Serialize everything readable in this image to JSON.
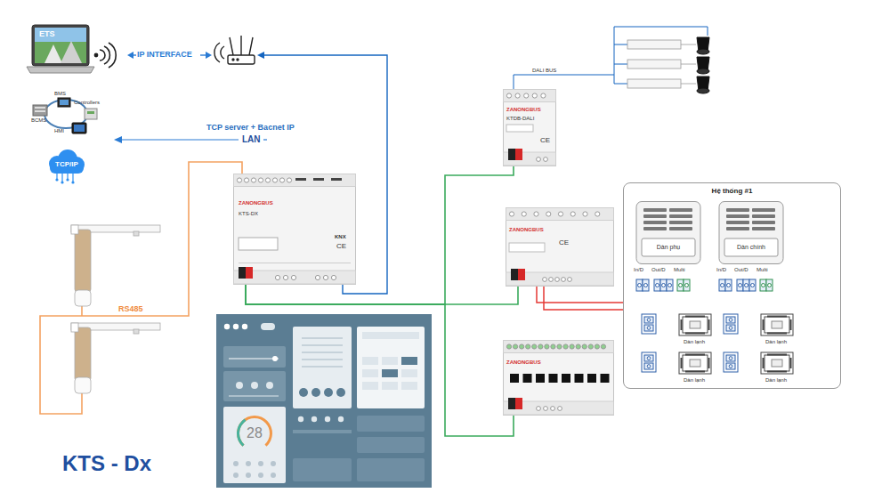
{
  "diagram": {
    "title": "KTS - Dx",
    "nodes": [
      {
        "text": [
          "ETS"
        ]
      },
      {
        "text": [
          "BMS",
          "Controllers",
          "BCMS",
          "HMI"
        ]
      },
      {
        "text": [
          "TCP/IP"
        ]
      },
      {
        "text": [
          "ZANONGBUS",
          "KTS-DX",
          "KNX",
          "CE"
        ]
      },
      {
        "text": [
          "ZANONGBUS",
          "KTDB-DALI",
          "CE"
        ]
      },
      {
        "text": [
          "ZANONGBUS",
          "CE"
        ]
      },
      {
        "text": [
          "ZANONGBUS"
        ]
      },
      {
        "text": [
          "28"
        ]
      },
      {
        "text": [
          "Hệ thống #1"
        ]
      },
      {
        "text": [
          "Dàn phụ"
        ],
        "in": 8
      },
      {
        "text": [
          "Dàn chính"
        ],
        "in": 8
      },
      {
        "text": [
          "Dàn lạnh"
        ],
        "in": 8
      },
      {
        "text": [
          "Dàn lạnh"
        ],
        "in": 8
      },
      {
        "text": [
          "Dàn lạnh"
        ],
        "in": 8
      },
      {
        "text": [
          "Dàn lạnh"
        ],
        "in": 8
      }
    ],
    "edges": [
      {
        "from": 3,
        "to": 4,
        "arrow": "none"
      },
      {
        "from": 3,
        "to": 5,
        "arrow": "none"
      },
      {
        "from": 3,
        "to": 6,
        "arrow": "none"
      },
      {
        "from": 5,
        "to": 9,
        "arrow": "none"
      },
      {
        "from": 5,
        "to": 10,
        "arrow": "none"
      },
      {
        "from": 9,
        "to": 10,
        "arrow": "none"
      },
      {
        "from": 9,
        "to": 11,
        "arrow": "none"
      },
      {
        "from": 11,
        "to": 12,
        "arrow": "none"
      },
      {
        "from": 10,
        "to": 13,
        "arrow": "none"
      },
      {
        "from": 13,
        "to": 14,
        "arrow": "none"
      }
    ],
    "labels": [
      "IP INTERFACE",
      "TCP server + Bacnet IP",
      "LAN",
      "RS485",
      "DALI BUS",
      "In/D",
      "Out/D",
      "Multi",
      "In/D",
      "Out/D",
      "Multi"
    ]
  }
}
